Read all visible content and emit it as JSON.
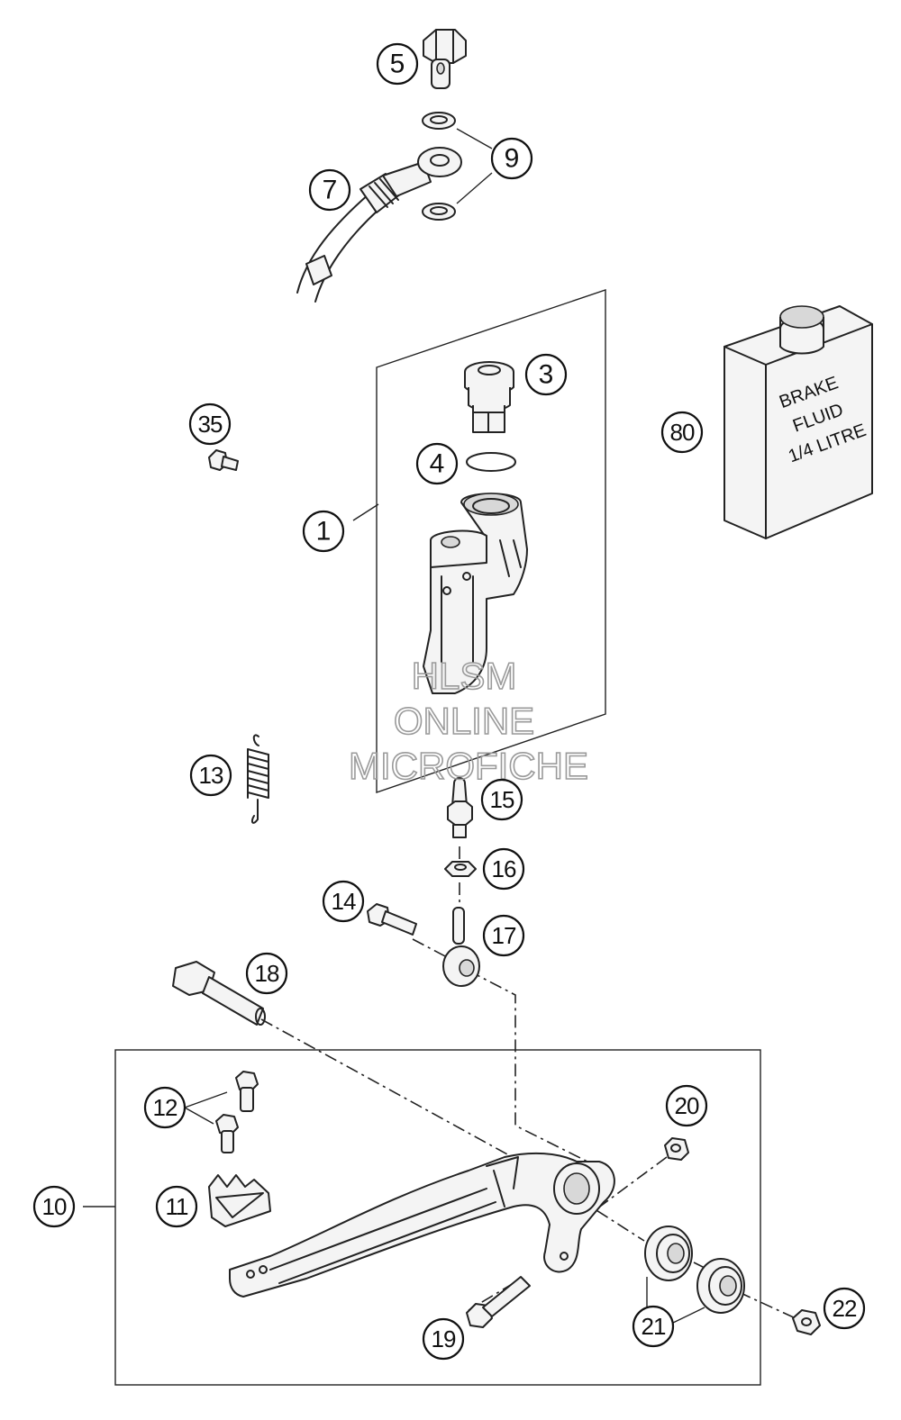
{
  "callouts": {
    "c1": "1",
    "c3": "3",
    "c4": "4",
    "c5": "5",
    "c7": "7",
    "c9": "9",
    "c10": "10",
    "c11": "11",
    "c12": "12",
    "c13": "13",
    "c14": "14",
    "c15": "15",
    "c16": "16",
    "c17": "17",
    "c18": "18",
    "c19": "19",
    "c20": "20",
    "c21": "21",
    "c22": "22",
    "c35": "35",
    "c80": "80"
  },
  "fluid_can": {
    "line1": "BRAKE",
    "line2": "FLUID",
    "line3": "1/4 LITRE"
  },
  "watermark": {
    "line1": "HLSM",
    "line2": "ONLINE",
    "line3": "MICROFICHE"
  }
}
